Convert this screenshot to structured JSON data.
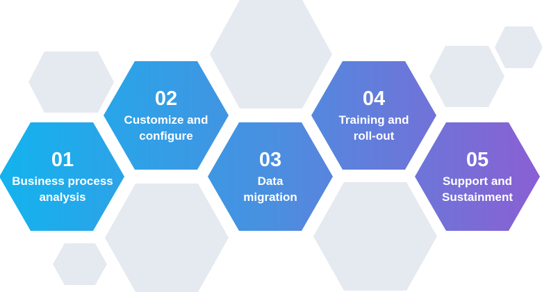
{
  "colors": {
    "background_hex": "#E5E9F0",
    "gradient_start": "#13B3EE",
    "gradient_end": "#8B5FD3"
  },
  "steps": [
    {
      "number": "01",
      "line1": "Business process",
      "line2": "analysis"
    },
    {
      "number": "02",
      "line1": "Customize and",
      "line2": "configure"
    },
    {
      "number": "03",
      "line1": "Data",
      "line2": "migration"
    },
    {
      "number": "04",
      "line1": "Training and",
      "line2": "roll-out"
    },
    {
      "number": "05",
      "line1": "Support and",
      "line2": "Sustainment"
    }
  ]
}
